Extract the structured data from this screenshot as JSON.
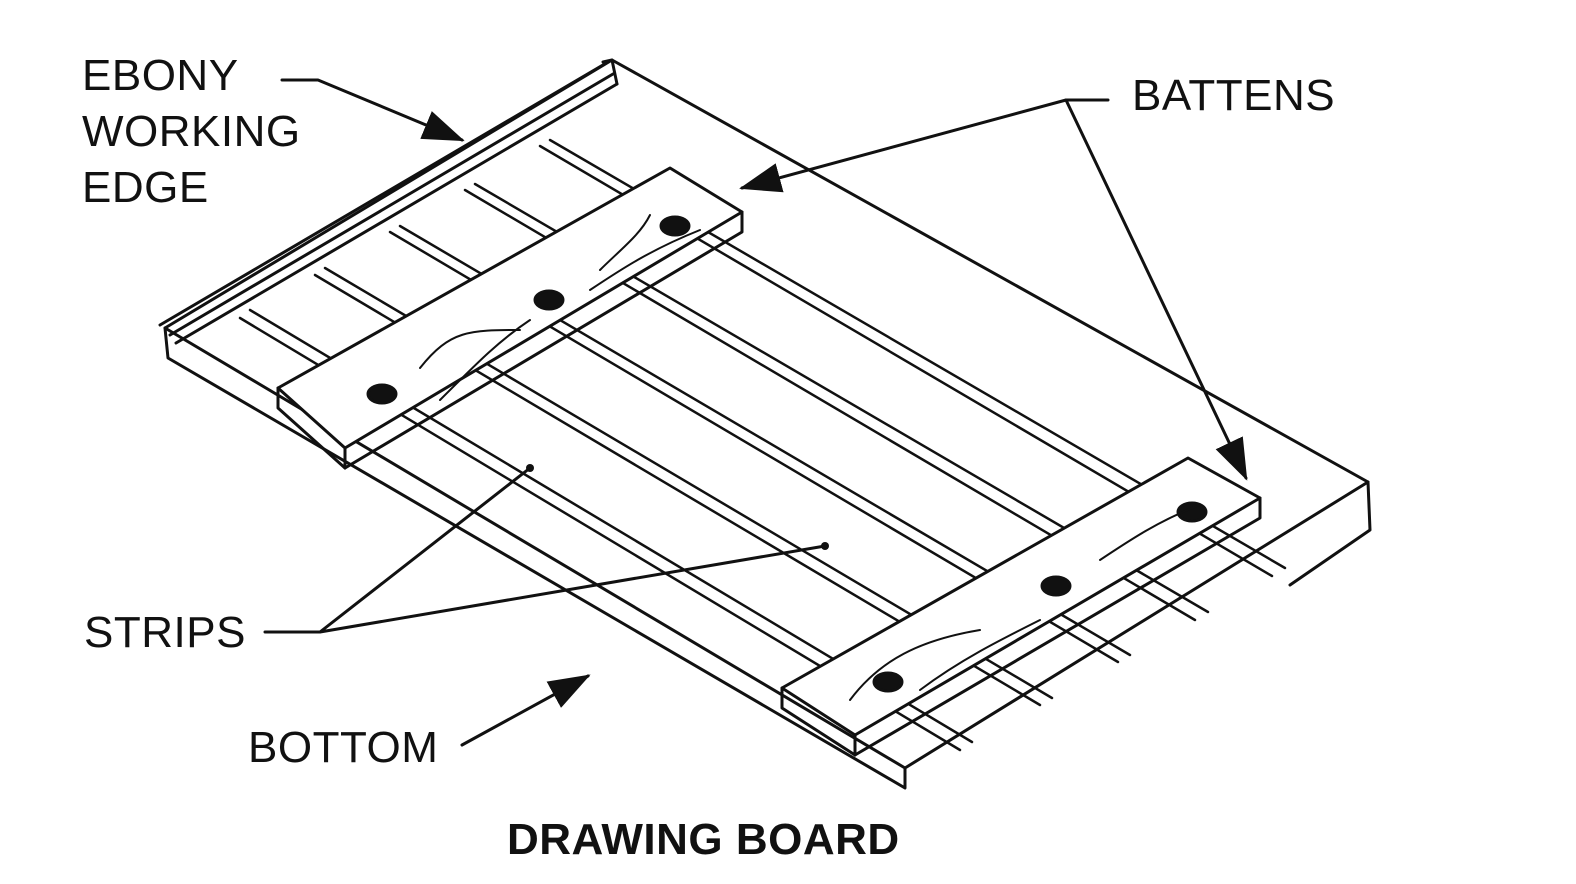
{
  "labels": {
    "ebony_working_edge": [
      "EBONY",
      "WORKING",
      "EDGE"
    ],
    "battens": "BATTENS",
    "strips": "STRIPS",
    "bottom": "BOTTOM"
  },
  "caption": "DRAWING BOARD",
  "colors": {
    "ink": "#111111",
    "background": "#ffffff"
  }
}
